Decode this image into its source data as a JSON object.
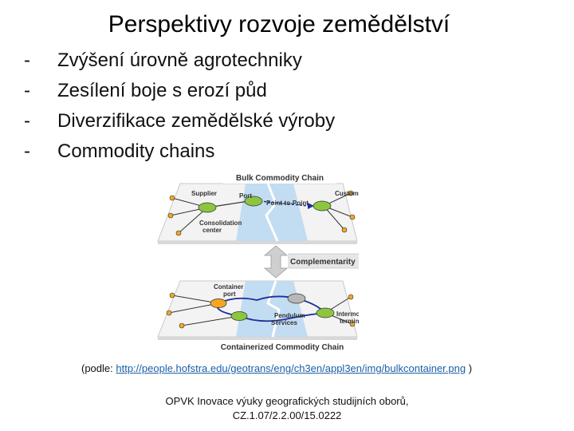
{
  "title": "Perspektivy rozvoje zemědělství",
  "bullets": [
    {
      "marker": "-",
      "text": "Zvýšení úrovně agrotechniky"
    },
    {
      "marker": "-",
      "text": "Zesílení boje s erozí půd"
    },
    {
      "marker": "-",
      "text": "Diverzifikace zemědělské výroby"
    },
    {
      "marker": "-",
      "text": "Commodity chains"
    }
  ],
  "diagram": {
    "top_title": "Bulk Commodity Chain",
    "supplier": "Supplier",
    "port": "Port",
    "customer": "Customer",
    "point_to_point": "Point-to-Point",
    "consolidation_1": "Consolidation",
    "consolidation_2": "center",
    "complementarity": "Complementarity",
    "container_port_1": "Container",
    "container_port_2": "port",
    "pendulum_1": "Pendulum",
    "pendulum_2": "Services",
    "intermodal_1": "Intermodal",
    "intermodal_2": "terminal",
    "bottom_title": "Containerized Commodity Chain"
  },
  "source": {
    "prefix": "(podle: ",
    "link": "http://people.hofstra.edu/geotrans/eng/ch3en/appl3en/img/bulkcontainer.png",
    "suffix": " )"
  },
  "footer": {
    "line1": "OPVK Inovace výuky geografických studijních oborů,",
    "line2": "CZ.1.07/2.2.00/15.0222"
  },
  "colors": {
    "green": "#8cc63f",
    "orange": "#f5a623",
    "water": "#bcd9f2",
    "route": "#1f2f9a"
  }
}
